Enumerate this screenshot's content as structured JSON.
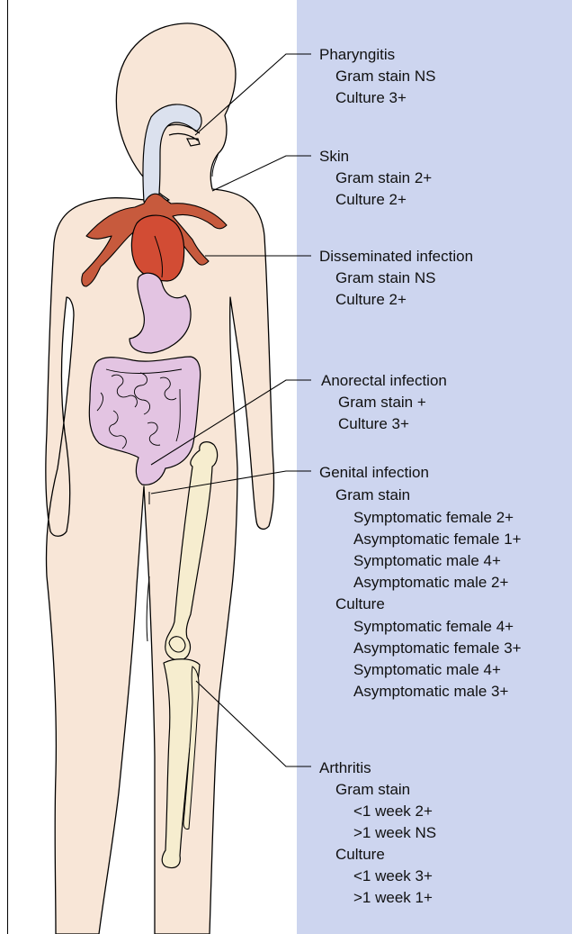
{
  "colors": {
    "panel": "#cdd5ef",
    "skin": "#f8e6d7",
    "airway": "#dbe1ee",
    "vessel": "#c75a3d",
    "heart": "#d24c34",
    "gut": "#e3c4e2",
    "bone": "#f6edcf",
    "line": "#000000"
  },
  "icons": [
    "human-body-outline",
    "airway-icon",
    "heart-icon",
    "stomach-icon",
    "intestine-icon",
    "leg-bone-icon"
  ],
  "labels": {
    "pharyngitis": {
      "title": "Pharyngitis",
      "gram": "Gram stain NS",
      "culture": "Culture 3+"
    },
    "skin": {
      "title": "Skin",
      "gram": "Gram stain 2+",
      "culture": "Culture 2+"
    },
    "disseminated": {
      "title": "Disseminated infection",
      "gram": "Gram stain NS",
      "culture": "Culture 2+"
    },
    "anorectal": {
      "title": "Anorectal infection",
      "gram": "Gram stain +",
      "culture": "Culture 3+"
    },
    "genital": {
      "title": "Genital infection",
      "gram_heading": "Gram stain",
      "gram_items": [
        "Symptomatic female 2+",
        "Asymptomatic female 1+",
        "Symptomatic male 4+",
        "Asymptomatic male 2+"
      ],
      "culture_heading": "Culture",
      "culture_items": [
        "Symptomatic female 4+",
        "Asymptomatic female 3+",
        "Symptomatic male 4+",
        "Asymptomatic male 3+"
      ]
    },
    "arthritis": {
      "title": "Arthritis",
      "gram_heading": "Gram stain",
      "gram_items": [
        "<1 week 2+",
        ">1 week NS"
      ],
      "culture_heading": "Culture",
      "culture_items": [
        "<1 week 3+",
        ">1 week 1+"
      ]
    }
  }
}
